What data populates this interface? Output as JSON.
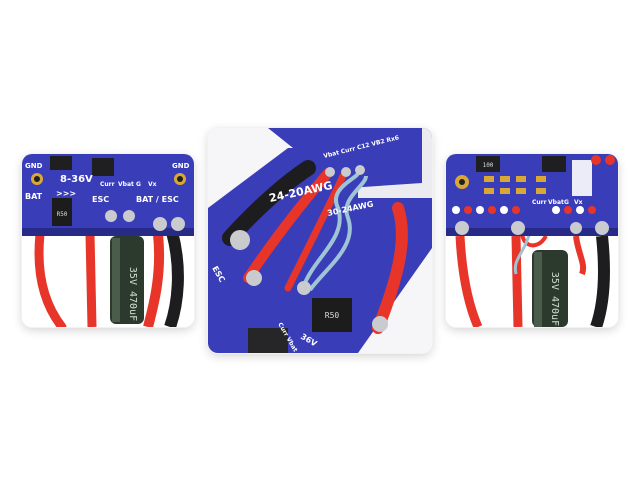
{
  "panel_left": {
    "gnd_left": "GND",
    "voltage": "8-36V",
    "bat": "BAT",
    "arrows": ">>>",
    "curr": "Curr",
    "vbat": "Vbat",
    "g": "G",
    "vx": "Vx",
    "gnd_right": "GND",
    "esc": "ESC",
    "bat_esc": "BAT / ESC",
    "cap_text": "35V 470uF",
    "shunt_text": "R50"
  },
  "panel_middle": {
    "wire_gauge_big": "24-20AWG",
    "wire_gauge_small": "30-24AWG",
    "top_silk": "Vbat Curr C12 VB2 Rx6",
    "esc": "ESC",
    "bottom_silk": "Curr Vbat",
    "v36": "36V",
    "shunt_text": "R50"
  },
  "panel_right": {
    "chip_code": "100",
    "curr": "Curr",
    "vbat": "Vbat",
    "g": "G",
    "vx": "Vx",
    "cap_text": "35V 470uF"
  },
  "colors": {
    "pcb": "#3a3db8",
    "pcb_dark": "#272a86",
    "red_wire": "#e8352a",
    "black_wire": "#1d1d1f",
    "cap": "#2c3a2e",
    "blue_wire": "#9fc4d6",
    "solder": "#c9cbcf"
  }
}
